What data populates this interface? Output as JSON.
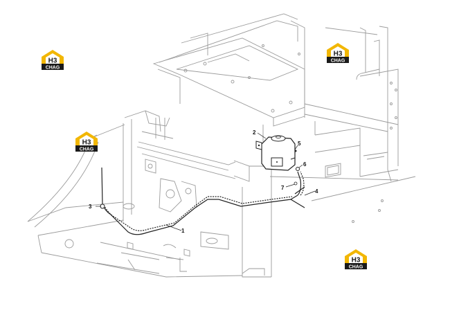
{
  "callouts": [
    {
      "id": "1",
      "label": "1"
    },
    {
      "id": "2",
      "label": "2"
    },
    {
      "id": "3",
      "label": "3"
    },
    {
      "id": "4",
      "label": "4"
    },
    {
      "id": "5",
      "label": "5"
    },
    {
      "id": "6",
      "label": "6"
    },
    {
      "id": "7",
      "label": "7"
    }
  ],
  "watermark": {
    "letters": "H3",
    "text": "CHAG",
    "colors": {
      "yellow": "#f2b705",
      "dark": "#1a1a1a",
      "white": "#ffffff"
    }
  }
}
